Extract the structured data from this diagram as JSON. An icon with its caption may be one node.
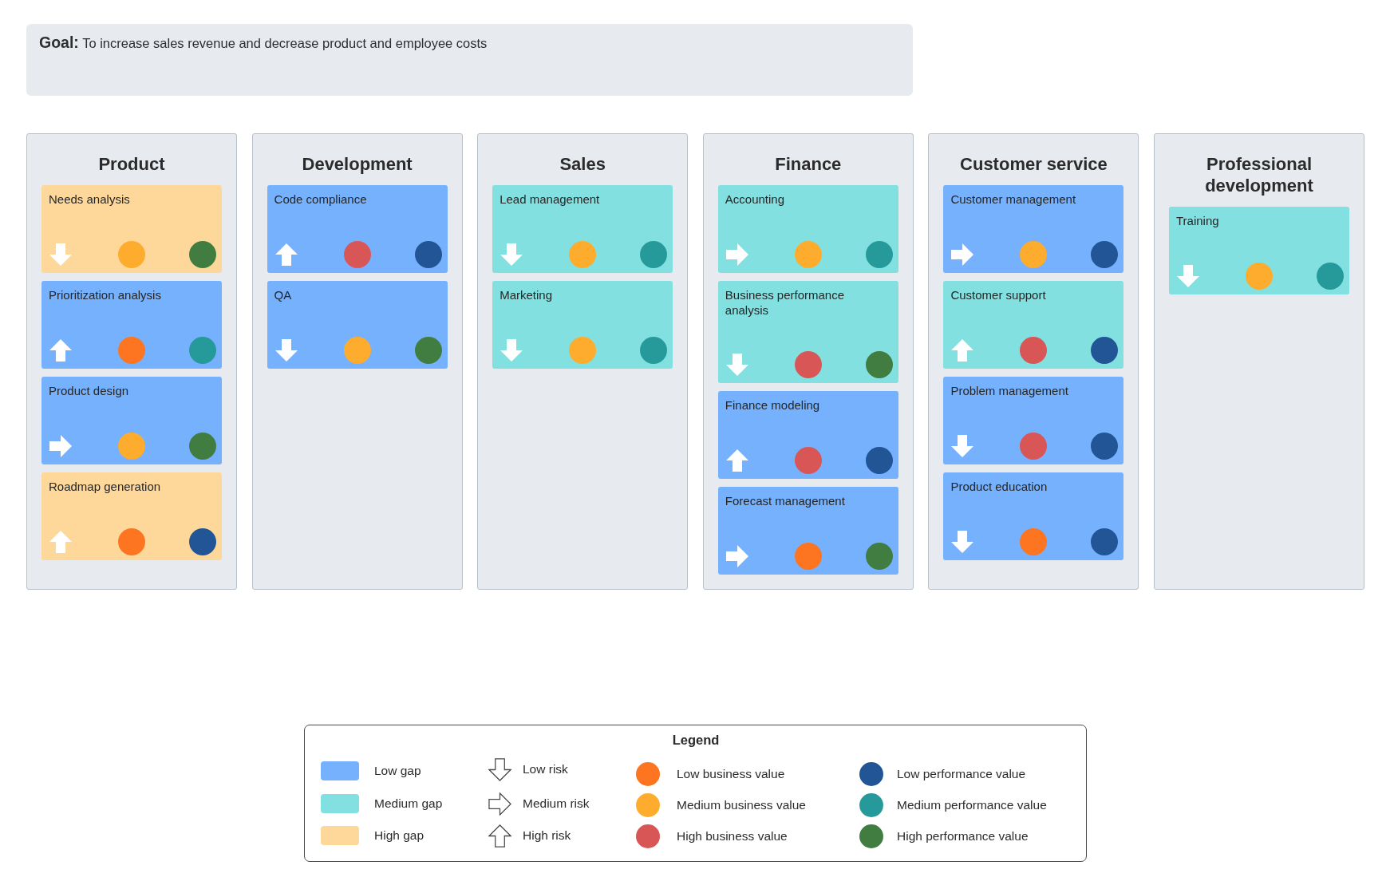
{
  "diagram": {
    "nodes": [
      {
        "text": [
          "**Goal:** To increase sales revenue and decrease product and employee costs"
        ]
      },
      {
        "text": [
          "Product"
        ]
      },
      {
        "text": [
          "Needs analysis"
        ],
        "in": 1
      },
      {
        "text": [
          "Prioritization analysis"
        ],
        "in": 1
      },
      {
        "text": [
          "Product design"
        ],
        "in": 1
      },
      {
        "text": [
          "Roadmap generation"
        ],
        "in": 1
      },
      {
        "text": [
          "Development"
        ]
      },
      {
        "text": [
          "Code compliance"
        ],
        "in": 6
      },
      {
        "text": [
          "QA"
        ],
        "in": 6
      },
      {
        "text": [
          "Sales"
        ]
      },
      {
        "text": [
          "Lead management"
        ],
        "in": 9
      },
      {
        "text": [
          "Marketing"
        ],
        "in": 9
      },
      {
        "text": [
          "Finance"
        ]
      },
      {
        "text": [
          "Accounting"
        ],
        "in": 12
      },
      {
        "text": [
          "Business performance analysis"
        ],
        "in": 12
      },
      {
        "text": [
          "Finance modeling"
        ],
        "in": 12
      },
      {
        "text": [
          "Forecast management"
        ],
        "in": 12
      },
      {
        "text": [
          "Customer service"
        ]
      },
      {
        "text": [
          "Customer management"
        ],
        "in": 17
      },
      {
        "text": [
          "Customer support"
        ],
        "in": 17
      },
      {
        "text": [
          "Problem management"
        ],
        "in": 17
      },
      {
        "text": [
          "Product education"
        ],
        "in": 17
      },
      {
        "text": [
          "Professional development"
        ]
      },
      {
        "text": [
          "Training"
        ],
        "in": 22
      }
    ],
    "labels": [
      "Legend"
    ],
    "legend": [
      {
        "text": "Low gap",
        "color": "#75b1fd"
      },
      {
        "text": "Medium gap",
        "color": "#82e0e0"
      },
      {
        "text": "High gap",
        "color": "#fed89b"
      },
      {
        "text": "Low risk"
      },
      {
        "text": "Medium risk"
      },
      {
        "text": "High risk"
      },
      {
        "text": "Low business value",
        "color": "#fd7520"
      },
      {
        "text": "Medium business value",
        "color": "#fdac2d"
      },
      {
        "text": "High business value",
        "color": "#d95656"
      },
      {
        "text": "Low performance value",
        "color": "#215595"
      },
      {
        "text": "Medium performance value",
        "color": "#269a9a"
      },
      {
        "text": "High performance value",
        "color": "#417d40"
      }
    ]
  }
}
